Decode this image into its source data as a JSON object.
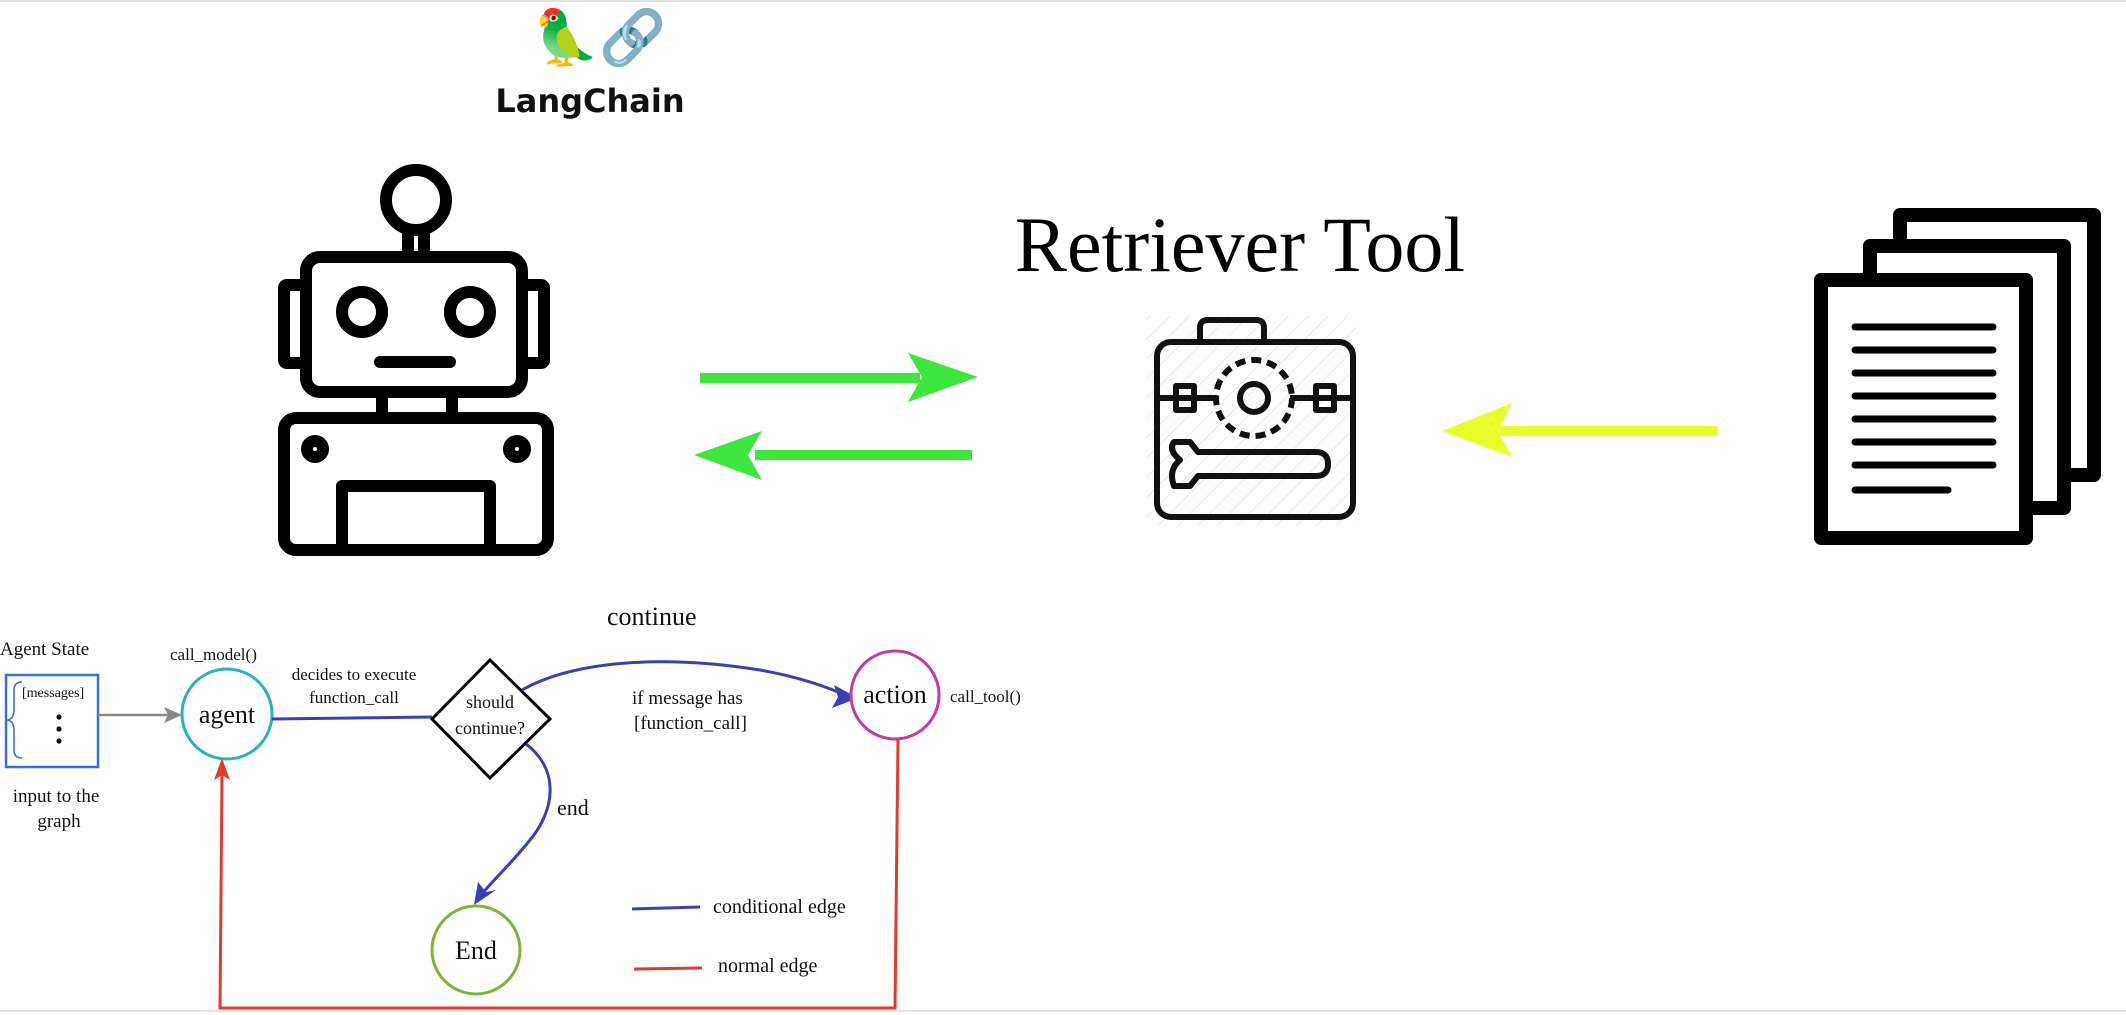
{
  "header": {
    "brand_name": "LangChain",
    "brand_emoji": "🦜🔗"
  },
  "retriever": {
    "title": "Retriever Tool"
  },
  "icons": {
    "robot": "robot-icon",
    "toolbox": "toolbox-icon",
    "documents": "documents-icon",
    "arrow_right": "arrow-right-icon",
    "arrow_left": "arrow-left-icon"
  },
  "colors": {
    "green_arrow": "#3de63d",
    "yellow_arrow": "#e8ff2a",
    "conditional_edge": "#3b3fb5",
    "normal_edge": "#e23b2e",
    "agent_node": "#2bb3b8",
    "action_node": "#c23aa8",
    "end_node": "#7db53a",
    "state_box": "#3a6fd8"
  },
  "graph": {
    "agent_state_label": "Agent State",
    "messages_label": "[messages]",
    "input_label_line1": "input to the",
    "input_label_line2": "graph",
    "call_model_label": "call_model()",
    "agent_node_label": "agent",
    "decides_line1": "decides to execute",
    "decides_line2": "function_call",
    "should_line1": "should",
    "should_line2": "continue?",
    "continue_label": "continue",
    "if_message_line1": "if message has",
    "if_message_line2": "[function_call]",
    "action_node_label": "action",
    "call_tool_label": "call_tool()",
    "end_edge_label": "end",
    "end_node_label": "End"
  },
  "legend": {
    "conditional_edge": "conditional edge",
    "normal_edge": "normal edge"
  }
}
